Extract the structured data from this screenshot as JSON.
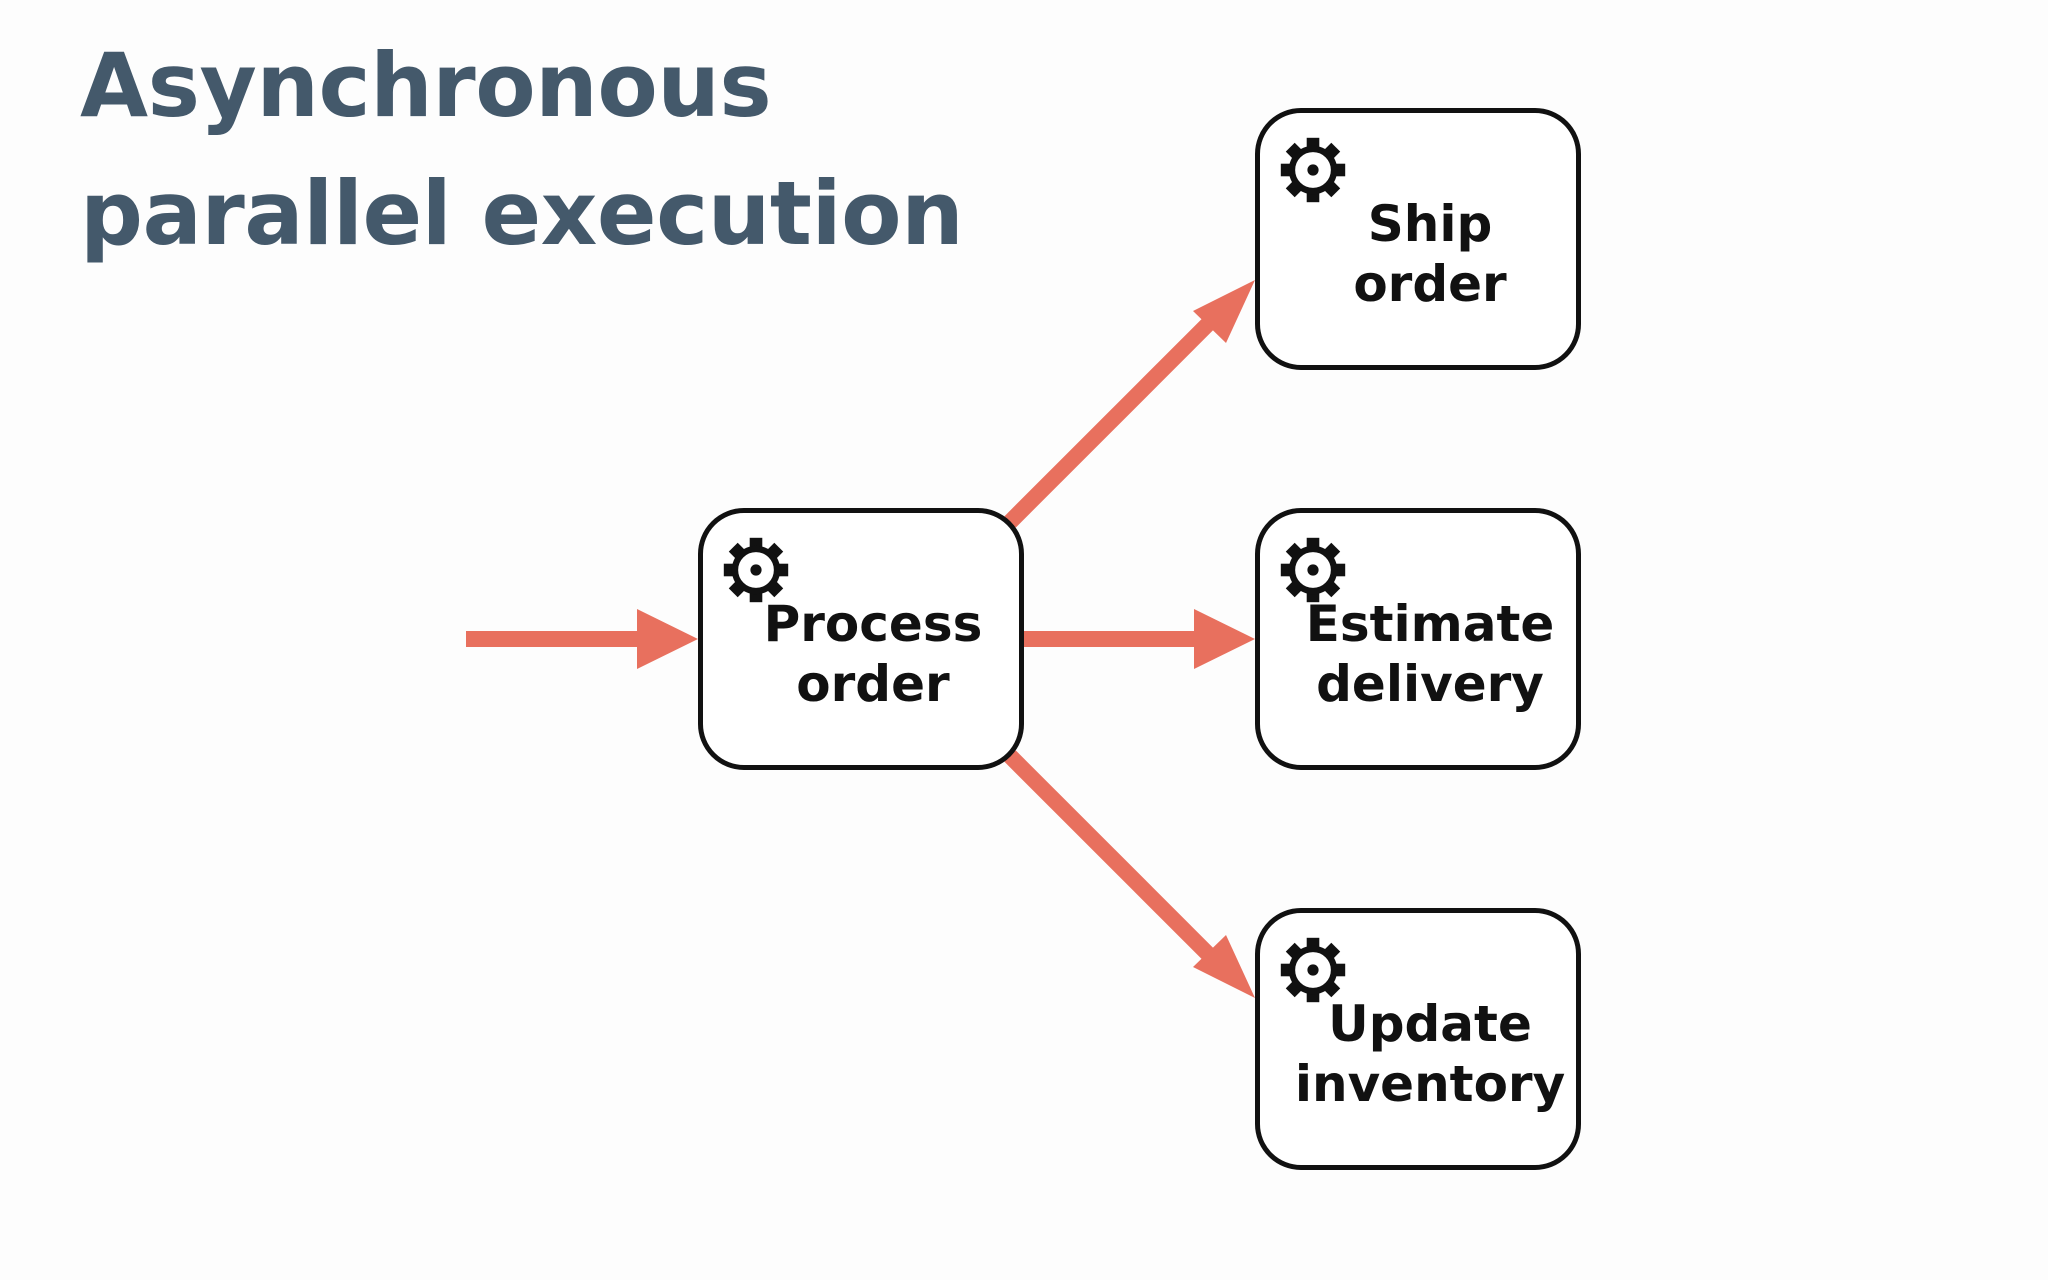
{
  "diagram": {
    "title_line1": "Asynchronous",
    "title_line2": "parallel execution",
    "arrow_color": "#e8705e",
    "title_color": "#44596b",
    "tasks": {
      "process": {
        "label": "Process\norder",
        "icon": "gear-icon"
      },
      "ship": {
        "label": "Ship order",
        "icon": "gear-icon"
      },
      "estimate": {
        "label": "Estimate\ndelivery",
        "icon": "gear-icon"
      },
      "update": {
        "label": "Update\ninventory",
        "icon": "gear-icon"
      }
    },
    "flows": [
      {
        "from": "start",
        "to": "process"
      },
      {
        "from": "process",
        "to": "ship"
      },
      {
        "from": "process",
        "to": "estimate"
      },
      {
        "from": "process",
        "to": "update"
      }
    ]
  }
}
